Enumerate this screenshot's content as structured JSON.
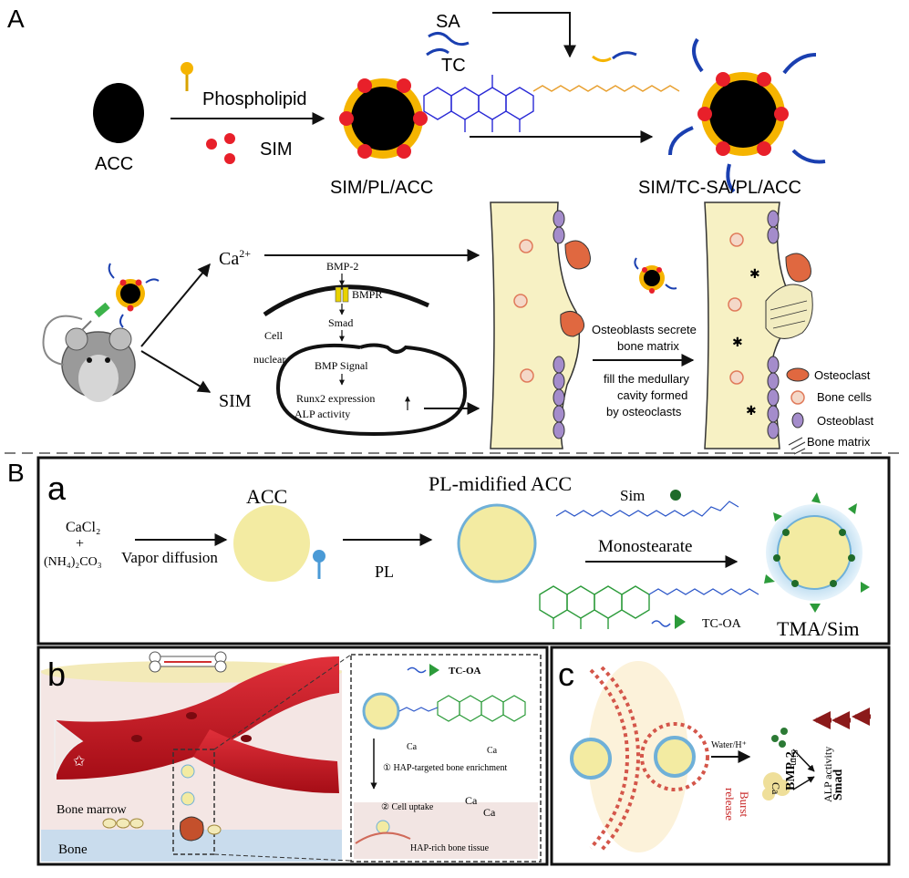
{
  "panel_A": {
    "label": "A",
    "sa": "SA",
    "tc": "TC",
    "acc": "ACC",
    "phospholipid": "Phospholipid",
    "sim": "SIM",
    "sim_pl_acc": "SIM/PL/ACC",
    "sim_tc_sa_pl_acc": "SIM/TC-SA/PL/ACC",
    "ca2": "Ca",
    "ca2_sup": "2+",
    "sim_route": "SIM",
    "bmp2": "BMP-2",
    "bmpr": "BMPR",
    "smad": "Smad",
    "cell": "Cell",
    "nuclear": "nuclear",
    "bmp_signal": "BMP Signal",
    "runx2": "Runx2 expression",
    "alp": "ALP activity",
    "osteoblasts_secrete_1": "Osteoblasts secrete",
    "osteoblasts_secrete_2": "bone  matrix",
    "fill_1": "fill the medullary",
    "fill_2": "cavity formed",
    "fill_3": "by osteoclasts",
    "legend": [
      "Osteoclast",
      "Bone cells",
      "Osteoblast",
      "Bone matrix"
    ]
  },
  "panel_B": {
    "label": "B",
    "a": {
      "label": "a",
      "cacl2": "CaCl₂",
      "plus": "+",
      "nh4co3": "(NH₄)₂CO₃",
      "vapor": "Vapor diffusion",
      "acc": "ACC",
      "pl": "PL",
      "pl_acc": "PL-midified ACC",
      "sim": "Sim",
      "monostearate": "Monostearate",
      "tc_oa": "TC-OA",
      "tma_sim": "TMA/Sim"
    },
    "b": {
      "label": "b",
      "tc_oa": "TC-OA",
      "bone_marrow": "Bone marrow",
      "bone": "Bone",
      "step1": "① HAP-targeted bone enrichment",
      "step2": "② Cell uptake",
      "hap_tissue": "HAP-rich bone tissue",
      "ca_labels": [
        "Ca",
        "Ca",
        "Ca",
        "Ca"
      ]
    },
    "c": {
      "label": "c",
      "water": "Water/H⁺",
      "burst_1": "Burst",
      "burst_2": "release",
      "sim": "Sim",
      "ca": "Ca",
      "bmp2": "BMP-2",
      "smad": "Smad",
      "alp": "ALP activity"
    }
  },
  "colors": {
    "acc_core": "#000000",
    "pl_shell": "#f5b400",
    "sim_dot": "#e8202a",
    "sa_chain": "#1a3fb0",
    "bone_yellow": "#f7f1c4",
    "osteoclast": "#e06840",
    "osteoblast": "#a48ccb",
    "vessel": "#c8141e",
    "nanoparticle_fill": "#f3eba2",
    "pl_ring": "#6fb0d8",
    "tc_green": "#2c9b3a",
    "arrow_red": "#8b1a1a"
  }
}
